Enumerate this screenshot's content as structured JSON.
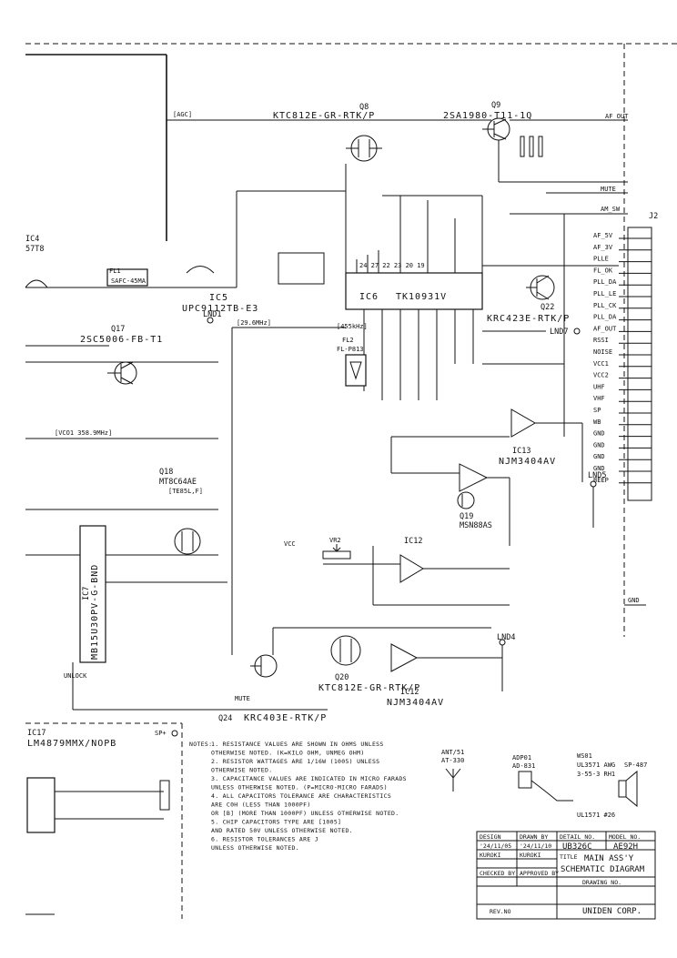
{
  "labels": {
    "q8": "Q8",
    "q8_part": "KTC812E-GR-RTK/P",
    "q9": "Q9",
    "q9_part": "2SA1980-T11-1Q",
    "agc": "[AGC]",
    "af_out": "AF_OUT",
    "mute": "MUTE",
    "am_sw": "AM_SW",
    "ic4": "IC4",
    "ic4_part": "57T8",
    "fl1": "FL1",
    "fl1_part": "SAFC-45MA",
    "ic5": "IC5",
    "ic5_part": "UPC9112TB-E3",
    "ic6": "IC6",
    "ic6_part": "TK10931V",
    "q22": "Q22",
    "q22_part": "KRC423E-RTK/P",
    "lnd7": "LND7",
    "lnd1": "LND1",
    "q17": "Q17",
    "q17_part": "2SC5006-FB-T1",
    "vco_freq": "[29.6MHz]",
    "freq_455": "[455kHz]",
    "fl2": "FL2",
    "fl2_part": "FL-P813",
    "q18": "Q18",
    "q18_part": "MT8C64AE",
    "q18_sub": "[TE85L,F]",
    "ic13": "IC13",
    "ic13_part": "NJM3404AV",
    "lnd5": "LND5",
    "q19": "Q19",
    "q19_part": "MSN88AS",
    "ic12_top": "IC12",
    "ic7": "IC7",
    "ic7_part": "MB15U30PV-G-BND",
    "vr2": "VR2",
    "q20": "Q20",
    "q20_part": "KTC812E-GR-RTK/P",
    "ic12": "IC12",
    "ic12_part": "NJM3404AV",
    "lnd4": "LND4",
    "q24": "Q24",
    "q24_part": "KRC403E-RTK/P",
    "ic17": "IC17",
    "ic17_part": "LM4879MMX/NOPB",
    "sp": "SP+",
    "j1": "J2",
    "gnd": "GND",
    "vco_note": "[VCO1 358.9MHz]",
    "pins_ic6": "24 27 22 23 20 19",
    "vcc": "VCC",
    "unlock": "UNLOCK",
    "mute_line": "MUTE"
  },
  "connector_pins": [
    "AF_5V",
    "AF_3V",
    "PLLE",
    "FL_OK",
    "PLL_DA",
    "PLL_LE",
    "PLL_CK",
    "PLL_DA",
    "AF_OUT",
    "RSSI",
    "NOISE",
    "VCC1",
    "VCC2",
    "UHF",
    "VHF",
    "SP",
    "WB",
    "GND",
    "GND",
    "GND",
    "GND",
    "BEEP"
  ],
  "notes": {
    "title": "NOTES:",
    "lines": [
      "1. RESISTANCE VALUES ARE SHOWN IN OHMS UNLESS",
      "   OTHERWISE NOTED.  (K=KILO OHM, UNMEG OHM)",
      "2. RESISTOR WATTAGES ARE 1/16W (1005) UNLESS",
      "   OTHERWISE NOTED.",
      "3. CAPACITANCE VALUES ARE INDICATED IN MICRO FARADS",
      "   UNLESS OTHERWISE NOTED. (P=MICRO-MICRO FARADS)",
      "4. ALL CAPACITORS TOLERANCE ARE CHARACTERISTICS",
      "   ARE C0H (LESS THAN 1000PF)",
      "   OR [B] (MORE THAN 1000PF) UNLESS OTHERWISE NOTED.",
      "5. CHIP CAPACITORS TYPE ARE [1005]",
      "   AND RATED 50V UNLESS OTHERWISE NOTED.",
      "6. RESISTOR TOLERANCES ARE J",
      "   UNLESS OTHERWISE NOTED."
    ]
  },
  "side_parts": {
    "ant": "ANT/51",
    "ant_part": "AT-330",
    "adapter": "ADP01",
    "adapter_part": "AD-831",
    "ws01": "WS01",
    "ws01_part": "UL3571 AWG",
    "sp_part": "SP-487",
    "wire2": "UL1571 #26",
    "wire_len": "3-55-3 RH1"
  },
  "title_block": {
    "design": "DESIGN",
    "drawn": "DRAWN BY",
    "detail": "DETAIL NO.",
    "model": "MODEL NO.",
    "date1": "'24/11/05",
    "date2": "'24/11/10",
    "detail_no": "UB326C",
    "model_no": "AE92H",
    "approved": "KUROKI",
    "approved2": "KUROKI",
    "title_key": "TITLE",
    "title1": "MAIN ASS'Y",
    "title2": "SCHEMATIC DIAGRAM",
    "checked": "CHECKED BY",
    "approved_by": "APPROVED BY",
    "drawing_no": "DRAWING NO.",
    "rev": "REV.NO",
    "company": "UNIDEN CORP."
  }
}
